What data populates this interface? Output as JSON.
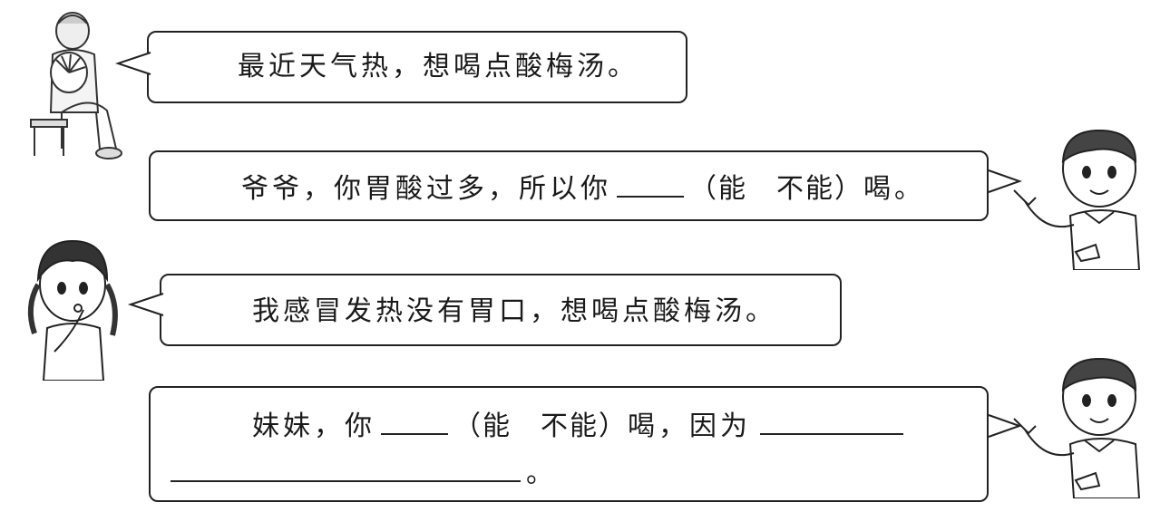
{
  "dialogue": [
    {
      "speaker": "grandpa",
      "text": "最近天气热，想喝点酸梅汤。"
    },
    {
      "speaker": "boy",
      "text_before": "爷爷，你胃酸过多，所以你",
      "choice": "（能　不能）",
      "text_after": "喝。"
    },
    {
      "speaker": "girl",
      "text": "我感冒发热没有胃口，想喝点酸梅汤。"
    },
    {
      "speaker": "boy",
      "text_before": "妹妹，你",
      "choice": "（能　不能）",
      "text_mid": "喝，因为",
      "text_end": "。"
    }
  ]
}
